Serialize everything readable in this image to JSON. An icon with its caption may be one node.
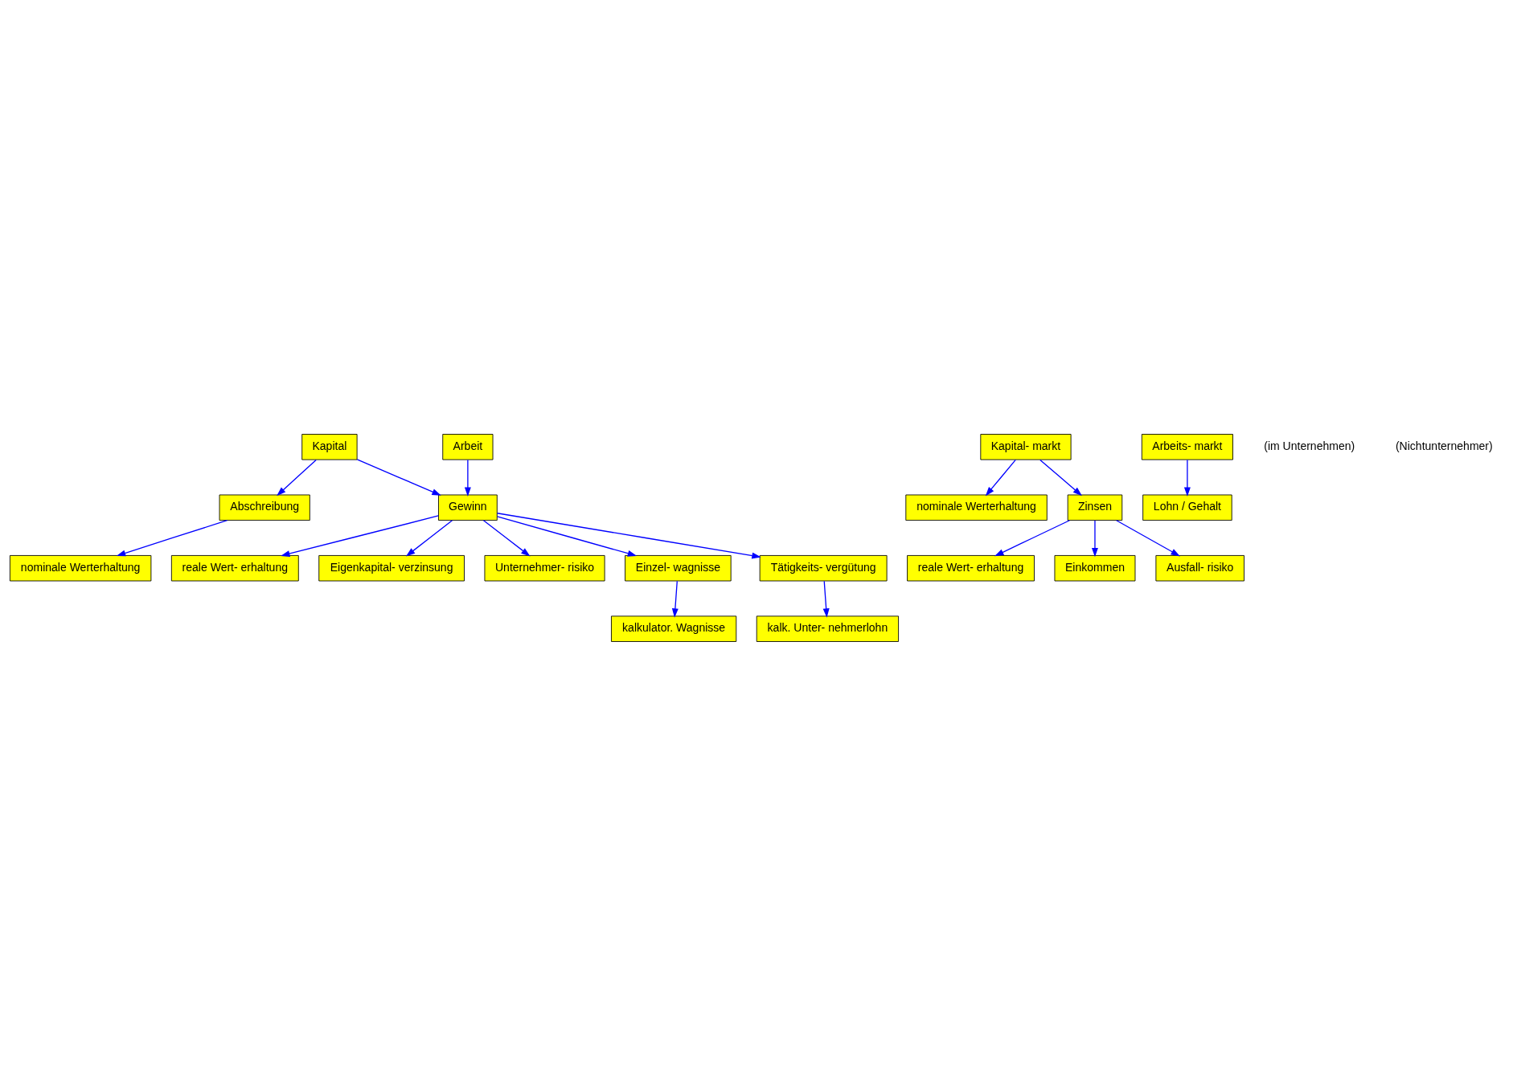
{
  "diagram": {
    "nodes": [
      {
        "text": [
          "Abschreibung"
        ]
      },
      {
        "text": [
          "Kapital"
        ]
      },
      {
        "text": [
          "Arbeit"
        ]
      },
      {
        "text": [
          "Gewinn"
        ]
      },
      {
        "text": [
          "nominale Werterhaltung"
        ]
      },
      {
        "text": [
          "reale Wert- erhaltung"
        ]
      },
      {
        "text": [
          "Eigenkapital- verzinsung"
        ]
      },
      {
        "text": [
          "Unternehmer- risiko"
        ]
      },
      {
        "text": [
          "Einzel- wagnisse"
        ]
      },
      {
        "text": [
          "Tätigkeits- vergütung"
        ]
      },
      {
        "text": [
          "kalkulator. Wagnisse"
        ]
      },
      {
        "text": [
          "kalk. Unter- nehmerlohn"
        ]
      },
      {
        "text": [
          "nominale Werterhaltung"
        ]
      },
      {
        "text": [
          "reale Wert- erhaltung"
        ]
      },
      {
        "text": [
          "Einkommen"
        ]
      },
      {
        "text": [
          "Ausfall- risiko"
        ]
      },
      {
        "text": [
          "Lohn / Gehalt"
        ]
      },
      {
        "text": [
          "Kapital- markt"
        ]
      },
      {
        "text": [
          "Zinsen"
        ]
      },
      {
        "text": [
          "Arbeits- markt"
        ]
      }
    ],
    "edges": [
      {
        "from": 1,
        "to": 0,
        "arrow": "to"
      },
      {
        "from": 0,
        "to": 4,
        "arrow": "to"
      },
      {
        "from": 1,
        "to": 3,
        "arrow": "to"
      },
      {
        "from": 2,
        "to": 3,
        "arrow": "to"
      },
      {
        "from": 3,
        "to": 5,
        "arrow": "to"
      },
      {
        "from": 3,
        "to": 6,
        "arrow": "to"
      },
      {
        "from": 3,
        "to": 7,
        "arrow": "to"
      },
      {
        "from": 3,
        "to": 8,
        "arrow": "to"
      },
      {
        "from": 3,
        "to": 9,
        "arrow": "to"
      },
      {
        "from": 8,
        "to": 10,
        "arrow": "to"
      },
      {
        "from": 9,
        "to": 11,
        "arrow": "to"
      },
      {
        "from": 17,
        "to": 12,
        "arrow": "to"
      },
      {
        "from": 17,
        "to": 18,
        "arrow": "to"
      },
      {
        "from": 18,
        "to": 13,
        "arrow": "to"
      },
      {
        "from": 18,
        "to": 14,
        "arrow": "to"
      },
      {
        "from": 18,
        "to": 15,
        "arrow": "to"
      },
      {
        "from": 19,
        "to": 16,
        "arrow": "to"
      }
    ],
    "labels": [
      "(im Unternehmen)",
      "(Nichtunternehmer)"
    ]
  }
}
